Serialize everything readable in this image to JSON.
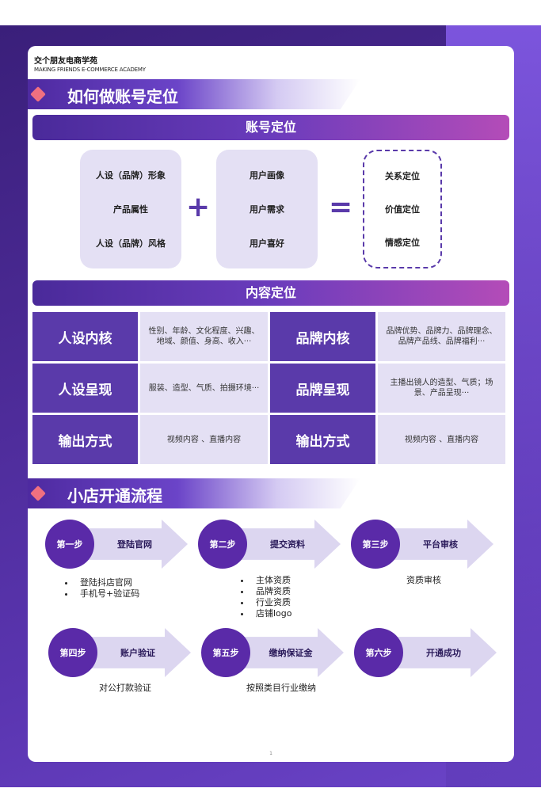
{
  "brand": {
    "cn": "交个朋友电商学苑",
    "en": "MAKING FRIENDS E-COMMERCE ACADEMY"
  },
  "section1": {
    "title": "如何做账号定位"
  },
  "account": {
    "bar_label": "账号定位",
    "left_items": [
      "人设（品牌）形象",
      "产品属性",
      "人设（品牌）风格"
    ],
    "plus": "+",
    "middle_items": [
      "用户画像",
      "用户需求",
      "用户喜好"
    ],
    "equals": "=",
    "right_items": [
      "关系定位",
      "价值定位",
      "情感定位"
    ]
  },
  "content": {
    "bar_label": "内容定位",
    "rows": [
      {
        "h1": "人设内核",
        "t1": "性别、年龄、文化程度、兴趣、地域、颜值、身高、收入···",
        "h2": "品牌内核",
        "t2": "品牌优势、品牌力、品牌理念、品牌产品线、品牌福利···"
      },
      {
        "h1": "人设呈现",
        "t1": "服装、造型、气质、拍摄环境···",
        "h2": "品牌呈现",
        "t2": "主播出镜人的造型、气质；场景、产品呈现···"
      },
      {
        "h1": "输出方式",
        "t1": "视频内容 、直播内容",
        "h2": "输出方式",
        "t2": "视频内容 、直播内容"
      }
    ]
  },
  "section2": {
    "title": "小店开通流程"
  },
  "steps": [
    {
      "num": "第一步",
      "label": "登陆官网",
      "desc": [
        "登陆抖店官网",
        "手机号+验证码"
      ]
    },
    {
      "num": "第二步",
      "label": "提交资料",
      "desc": [
        "主体资质",
        "品牌资质",
        "行业资质",
        "店铺logo"
      ]
    },
    {
      "num": "第三步",
      "label": "平台审核",
      "desc": [
        "资质审核"
      ]
    },
    {
      "num": "第四步",
      "label": "账户验证",
      "desc": [
        "对公打款验证"
      ]
    },
    {
      "num": "第五步",
      "label": "缴纳保证金",
      "desc": [
        "按照类目行业缴纳"
      ]
    },
    {
      "num": "第六步",
      "label": "开通成功",
      "desc": []
    }
  ],
  "page_number": "1"
}
